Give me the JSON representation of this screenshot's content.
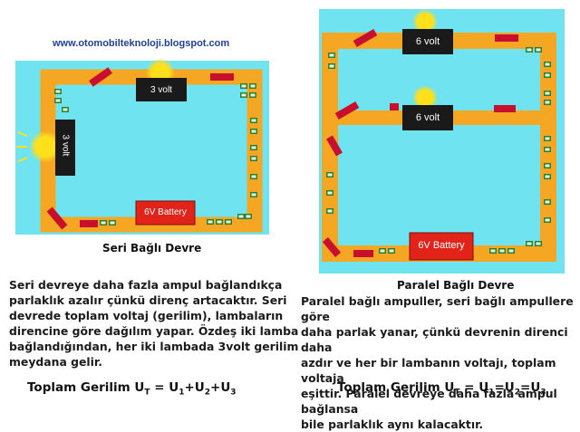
{
  "site": {
    "url": "www.otomobilteknoloji.blogspot.com"
  },
  "series_circuit": {
    "caption": "Seri Bağlı Devre",
    "bulb1_label": "3 volt",
    "bulb2_label": "3 volt",
    "battery_label": "6V Battery"
  },
  "parallel_circuit": {
    "caption": "Paralel Bağlı Devre",
    "bulb1_label": "6 volt",
    "bulb2_label": "6 volt",
    "battery_label": "6V Battery"
  },
  "series_text": {
    "line1": "Seri devreye daha fazla ampul bağlandıkça",
    "line2": "parlaklık azalır çünkü direnç artacaktır. Seri",
    "line3": "devrede toplam voltaj (gerilim), lambaların",
    "line4": "direncine göre dağılım yapar. Özdeş iki lamba",
    "line5": "bağlandığından, her iki lambada 3volt gerilim",
    "line6": "meydana gelir."
  },
  "parallel_text": {
    "line1": "Paralel bağlı ampuller, seri bağlı ampullere göre",
    "line2": "daha parlak yanar, çünkü devrenin direnci daha",
    "line3": "azdır ve her bir lambanın voltajı, toplam voltaja",
    "line4": "eşittir. Paralel devreye daha fazla ampul bağlansa",
    "line5": "bile parlaklık aynı kalacaktır."
  },
  "series_formula": {
    "prefix": "Toplam Gerilim  U",
    "sub_t": "T",
    "eq": " = U",
    "sub1": "1",
    "plus1": "+U",
    "sub2": "2",
    "plus2": "+U",
    "sub3": "3"
  },
  "parallel_formula": {
    "prefix": "Toplam Gerilim U",
    "sub_t": "T",
    "eq": " = U",
    "sub1": "1",
    "eq1": "=U",
    "sub2": "2",
    "eq2": "=U",
    "sub3": "3"
  },
  "colors": {
    "wire": "#f5a623",
    "panel_bg": "#6fe3ef",
    "bulb_body": "#1a1a1a",
    "battery": "#e2231a",
    "glow": "#ffe01a",
    "link": "#1f3f9a"
  }
}
